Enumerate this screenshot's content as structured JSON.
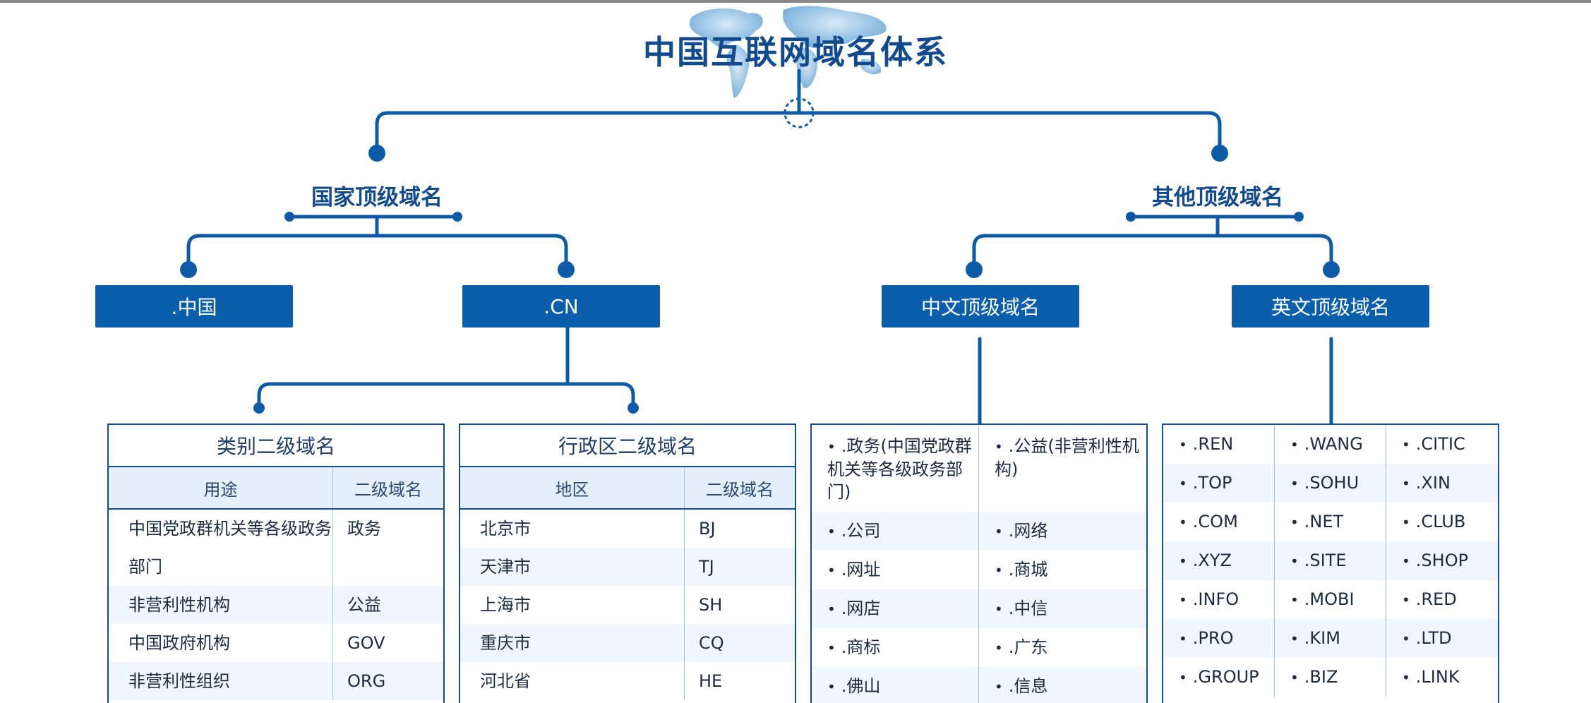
{
  "title": "中国互联网域名体系",
  "categories": {
    "left": "国家顶级域名",
    "right": "其他顶级域名"
  },
  "boxes": {
    "china": ".中国",
    "cn": ".CN",
    "chinese_tld": "中文顶级域名",
    "english_tld": "英文顶级域名"
  },
  "category_sld": {
    "title": "类别二级域名",
    "headers": [
      "用途",
      "二级域名"
    ],
    "rows": [
      [
        "中国党政群机关等各级政务部门",
        "政务"
      ],
      [
        "非营利性机构",
        "公益"
      ],
      [
        "中国政府机构",
        "GOV"
      ],
      [
        "非营利性组织",
        "ORG"
      ]
    ]
  },
  "region_sld": {
    "title": "行政区二级域名",
    "headers": [
      "地区",
      "二级域名"
    ],
    "rows": [
      [
        "北京市",
        "BJ"
      ],
      [
        "天津市",
        "TJ"
      ],
      [
        "上海市",
        "SH"
      ],
      [
        "重庆市",
        "CQ"
      ],
      [
        "河北省",
        "HE"
      ]
    ]
  },
  "chinese_list": {
    "first_row": [
      ".政务(中国党政群机关等各级政务部门)",
      ".公益(非营利性机构)"
    ],
    "rows": [
      [
        ".公司",
        ".网络"
      ],
      [
        ".网址",
        ".商城"
      ],
      [
        ".网店",
        ".中信"
      ],
      [
        ".商标",
        ".广东"
      ],
      [
        ".佛山",
        ".信息"
      ]
    ]
  },
  "english_list": {
    "rows": [
      [
        ".REN",
        ".WANG",
        ".CITIC"
      ],
      [
        ".TOP",
        ".SOHU",
        ".XIN"
      ],
      [
        ".COM",
        ".NET",
        ".CLUB"
      ],
      [
        ".XYZ",
        ".SITE",
        ".SHOP"
      ],
      [
        ".INFO",
        ".MOBI",
        ".RED"
      ],
      [
        ".PRO",
        ".KIM",
        ".LTD"
      ],
      [
        ".GROUP",
        ".BIZ",
        ".LINK"
      ]
    ]
  },
  "colors": {
    "primary": "#0b5eab",
    "line": "#0d5aa7",
    "title": "#124a8e"
  }
}
